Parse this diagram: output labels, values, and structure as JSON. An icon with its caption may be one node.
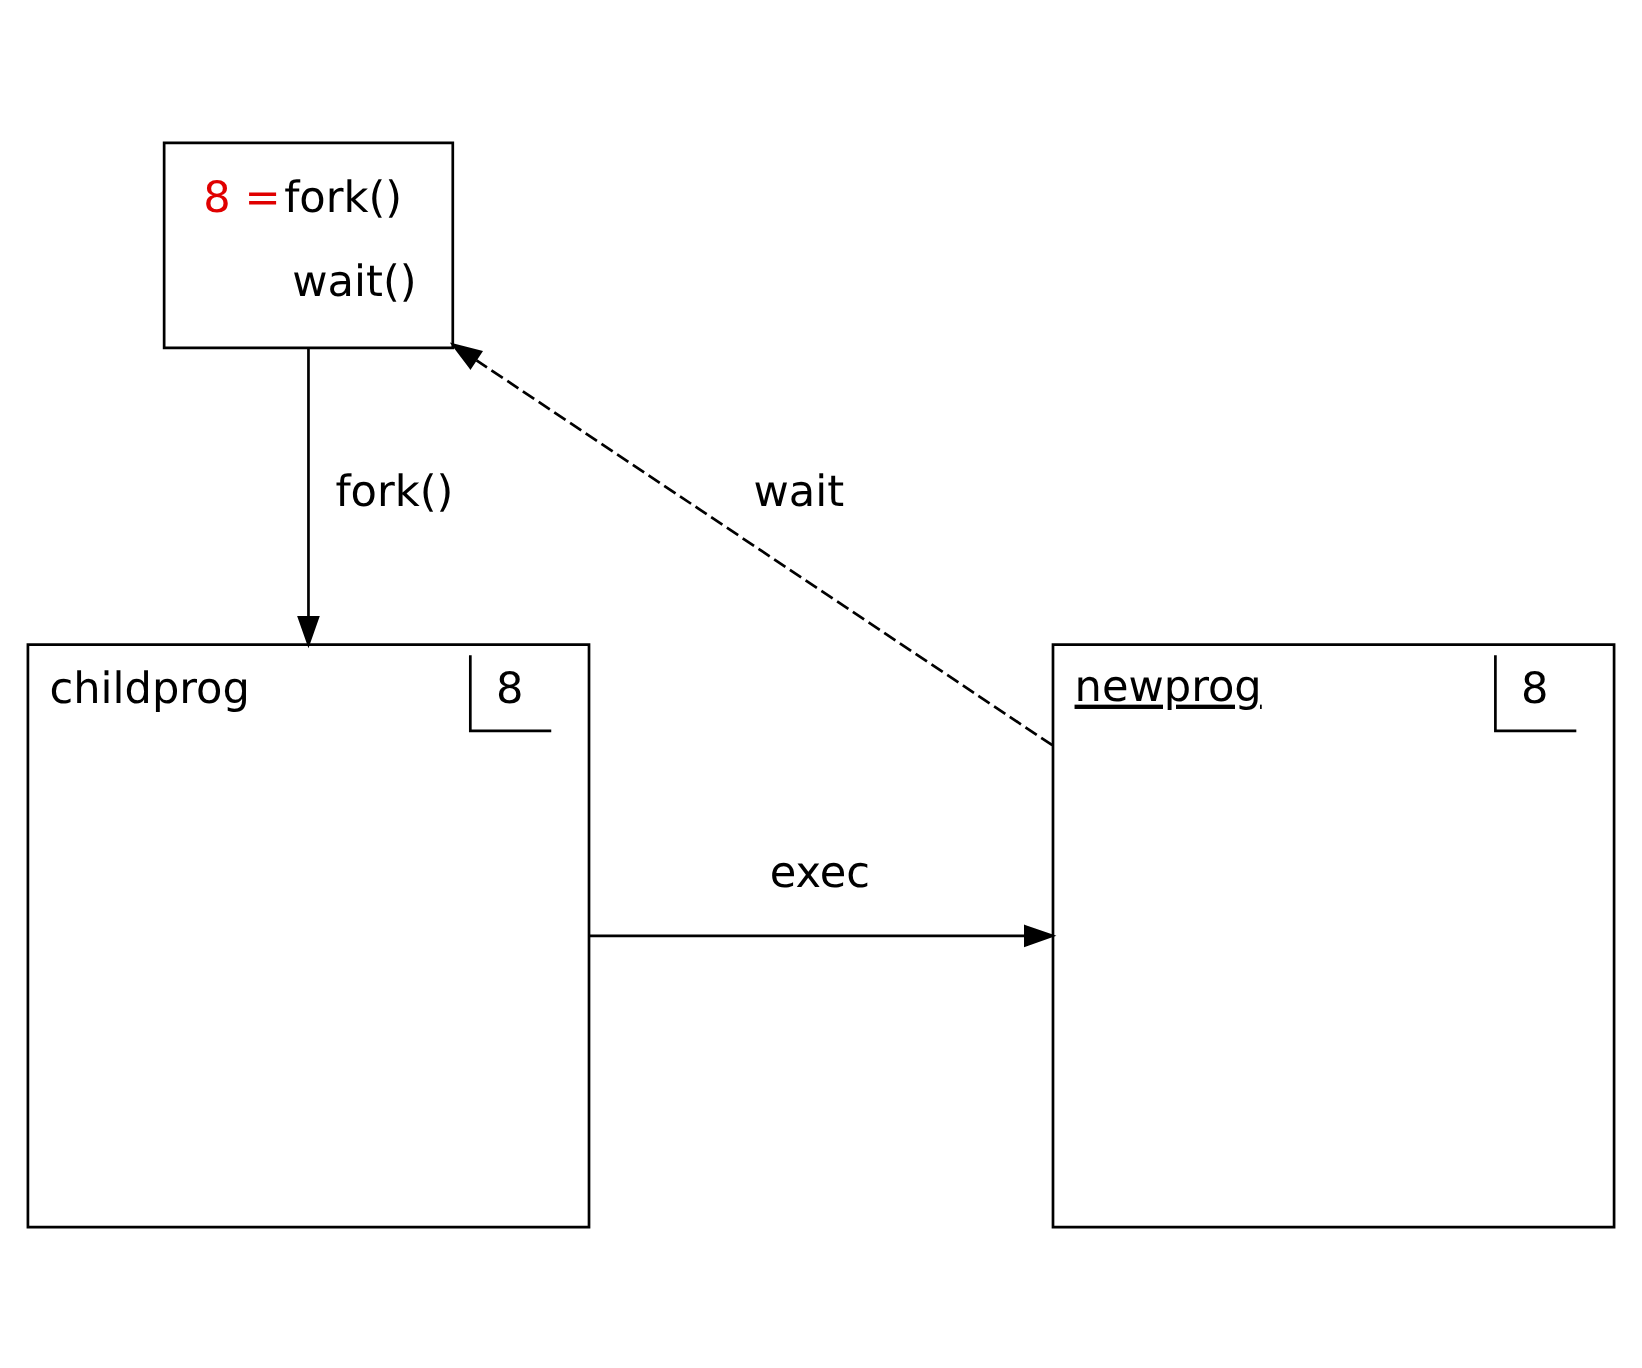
{
  "diagram": {
    "nodes": [
      {
        "text": [
          "8 =",
          "fork()",
          "wait()"
        ]
      },
      {
        "text": [
          "childprog",
          "8"
        ]
      },
      {
        "text": [
          "newprog",
          "8"
        ]
      }
    ],
    "edges": [
      {
        "from": 0,
        "to": 1,
        "arrow": "to",
        "label": "fork()"
      },
      {
        "from": 1,
        "to": 2,
        "arrow": "to",
        "label": "exec"
      },
      {
        "from": 2,
        "to": 0,
        "arrow": "to",
        "label": "wait",
        "style": "dashed"
      }
    ]
  }
}
